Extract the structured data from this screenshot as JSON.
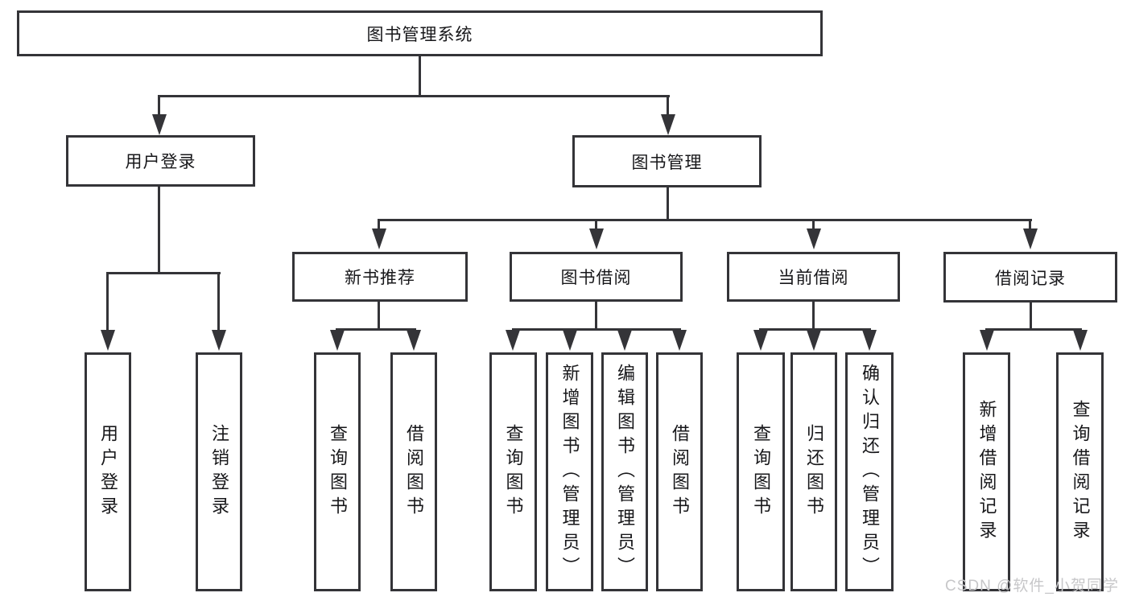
{
  "diagram": {
    "root": {
      "label": "图书管理系统"
    },
    "user_login": {
      "label": "用户登录",
      "children": {
        "login": {
          "label": "用户登录"
        },
        "logout": {
          "label": "注销登录"
        }
      }
    },
    "book_mgmt": {
      "label": "图书管理",
      "children": {
        "new_books": {
          "label": "新书推荐",
          "children": {
            "query_books": {
              "label": "查询图书"
            },
            "borrow_books": {
              "label": "借阅图书"
            }
          }
        },
        "book_borrow": {
          "label": "图书借阅",
          "children": {
            "query_books": {
              "label": "查询图书"
            },
            "add_books": {
              "label": "新增图书（管理员）"
            },
            "edit_books": {
              "label": "编辑图书（管理员）"
            },
            "borrow_books": {
              "label": "借阅图书"
            }
          }
        },
        "current_borrow": {
          "label": "当前借阅",
          "children": {
            "query_books": {
              "label": "查询图书"
            },
            "return_books": {
              "label": "归还图书"
            },
            "confirm_return": {
              "label": "确认归还（管理员）"
            }
          }
        },
        "borrow_records": {
          "label": "借阅记录",
          "children": {
            "add_record": {
              "label": "新增借阅记录"
            },
            "query_record": {
              "label": "查询借阅记录"
            }
          }
        }
      }
    }
  },
  "watermark": {
    "text": "CSDN @软件_小贺同学"
  },
  "colors": {
    "line": "#343438",
    "text": "#17171a",
    "watermark": "#c7c7c9",
    "background": "#ffffff"
  }
}
